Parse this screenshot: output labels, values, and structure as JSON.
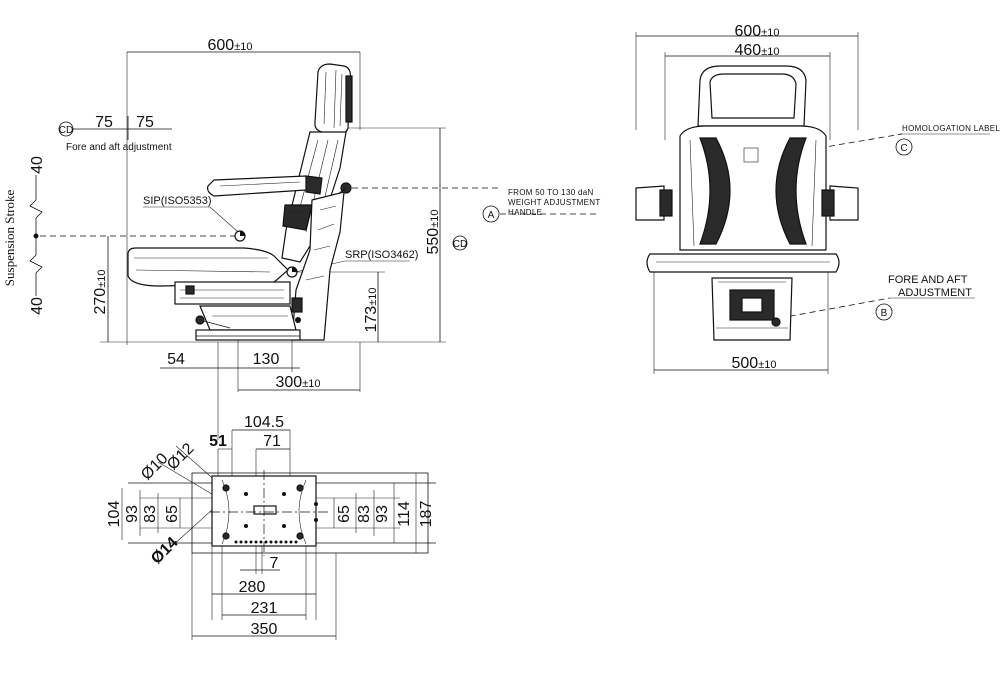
{
  "side_view": {
    "width_dim": "600",
    "width_tol": "±10",
    "fore_aft_left": "75",
    "fore_aft_right": "75",
    "cd_label_left": "CD",
    "fore_aft_caption": "Fore and aft adjustment",
    "suspension_top": "40",
    "suspension_bottom": "40",
    "suspension_caption": "Suspension Stroke",
    "sip_label": "SIP(ISO5353)",
    "srp_label": "SRP(ISO3462)",
    "height_dim": "550",
    "height_tol": "±10",
    "cd_label_right": "CD",
    "seat_height_dim": "270",
    "seat_height_tol": "±10",
    "srp_height_dim": "173",
    "srp_height_tol": "±10",
    "offset_54": "54",
    "offset_130": "130",
    "depth_dim": "300",
    "depth_tol": "±10",
    "weight_adjust_line1": "FROM 50 TO 130 daN",
    "weight_adjust_line2": "WEIGHT ADJUSTMENT",
    "weight_adjust_line3": "HANDLE",
    "callout_a": "A"
  },
  "front_view": {
    "outer_width": "600",
    "outer_tol": "±10",
    "inner_width": "460",
    "inner_tol": "±10",
    "base_width": "500",
    "base_tol": "±10",
    "homologation": "HOMOLOGATION LABEL",
    "callout_c": "C",
    "fore_aft_line1": "FORE AND AFT",
    "fore_aft_line2": "ADJUSTMENT",
    "callout_b": "B"
  },
  "base_plan": {
    "d_104_5": "104.5",
    "d_71": "71",
    "d_51": "51",
    "phi_12": "Ø12",
    "phi_10": "Ø10",
    "phi_14": "Ø14",
    "l_104": "104",
    "l_93": "93",
    "l_83": "83",
    "l_65": "65",
    "r_65": "65",
    "r_83": "83",
    "r_93": "93",
    "r_114": "114",
    "r_187": "187",
    "d_7": "7",
    "d_280": "280",
    "d_231": "231",
    "d_350": "350"
  }
}
